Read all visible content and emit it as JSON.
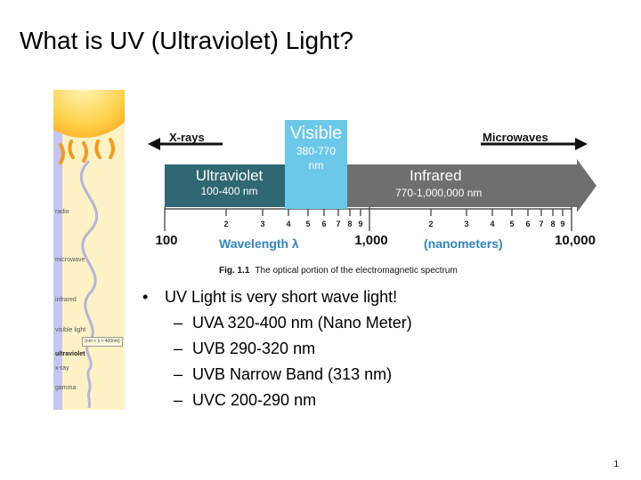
{
  "slide": {
    "title": "What is UV (Ultraviolet) Light?",
    "page_number": "1"
  },
  "side_image": {
    "labels": [
      "radio",
      "microwave",
      "infrared",
      "visible light",
      "ultraviolet",
      "x-ray",
      "gamma"
    ],
    "note": "(nm < λ < 400nm)"
  },
  "spectrum": {
    "left_arrow_label": "X-rays",
    "right_arrow_label": "Microwaves",
    "visible": {
      "name": "Visible",
      "range_line1": "380-770",
      "range_line2": "nm"
    },
    "ultraviolet": {
      "name": "Ultraviolet",
      "range": "100-400 nm"
    },
    "infrared": {
      "name": "Infrared",
      "range": "770-1,000,000 nm"
    },
    "tick_labels": [
      "2",
      "3",
      "4",
      "5",
      "6",
      "7",
      "8",
      "9",
      "2",
      "3",
      "4",
      "5",
      "6",
      "7",
      "8",
      "9"
    ],
    "major_labels": [
      "100",
      "1,000",
      "10,000"
    ],
    "wavelength_label": "Wavelength λ",
    "units_label": "(nanometers)",
    "caption_prefix": "Fig. 1.1",
    "caption_text": "The optical portion of the electromagnetic spectrum",
    "colors": {
      "uv": "#2f6873",
      "visible": "#6cc8e8",
      "infrared": "#707070",
      "label_blue": "#2f86c6"
    }
  },
  "bullets": [
    {
      "level": 1,
      "marker": "•",
      "text": "UV Light is very short wave light!"
    },
    {
      "level": 2,
      "marker": "–",
      "text": "UVA 320-400 nm (Nano Meter)"
    },
    {
      "level": 2,
      "marker": "–",
      "text": "UVB 290-320 nm"
    },
    {
      "level": 2,
      "marker": "–",
      "text": "UVB Narrow Band (313 nm)"
    },
    {
      "level": 2,
      "marker": "–",
      "text": "UVC 200-290 nm"
    }
  ]
}
